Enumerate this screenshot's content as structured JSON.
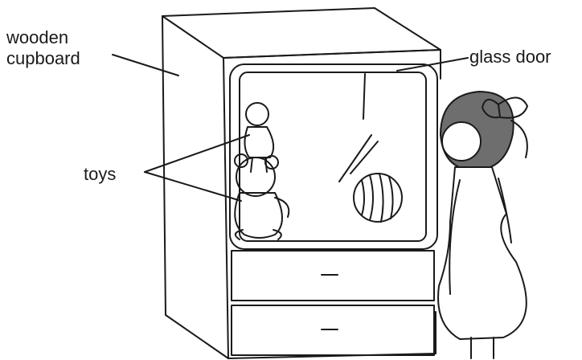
{
  "labels": {
    "cupboard_line1": "wooden",
    "cupboard_line2": "cupboard",
    "glass_door": "glass door",
    "toys": "toys"
  },
  "colors": {
    "ink": "#1a1a1a",
    "background": "#ffffff",
    "hair_shading": "#6e6e6e"
  }
}
